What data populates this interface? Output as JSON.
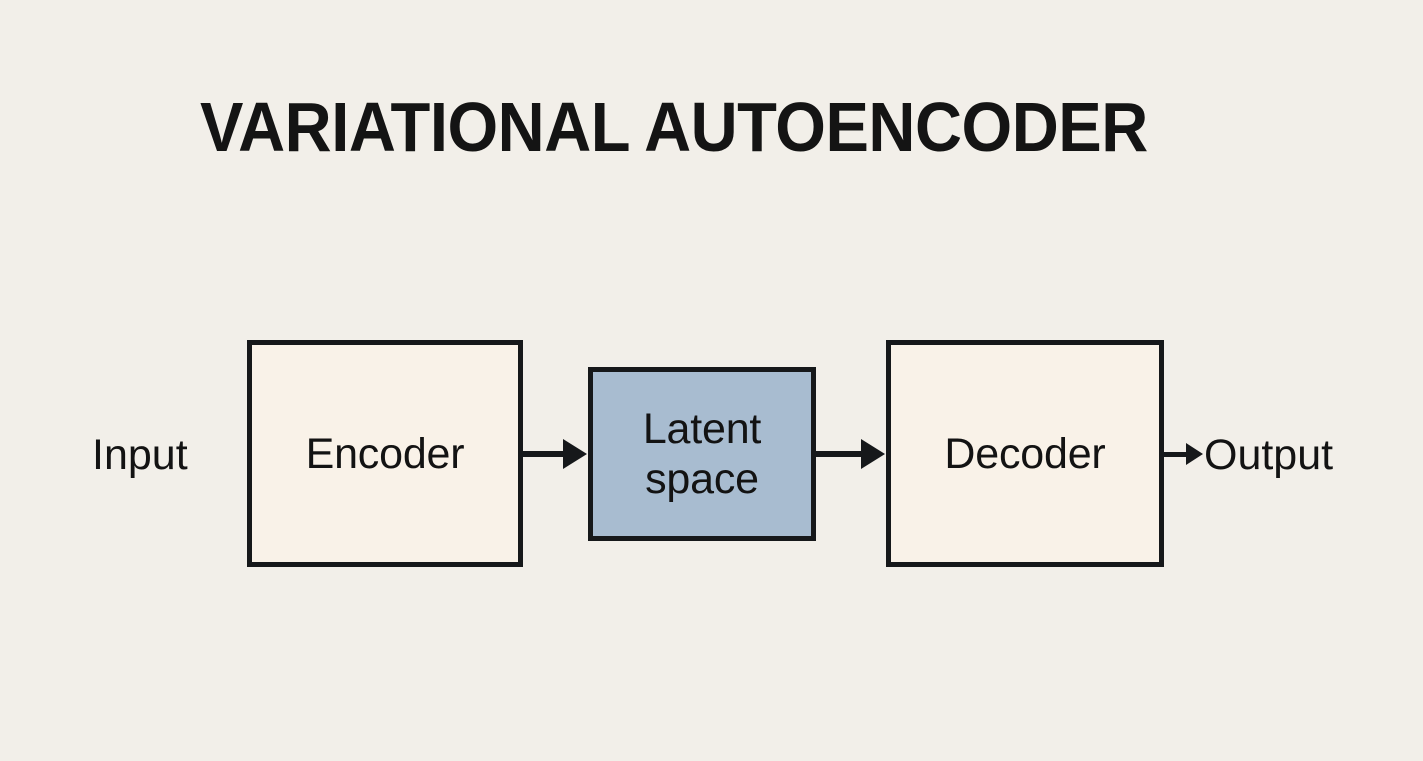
{
  "page": {
    "background_color": "#f2efe9",
    "title": "VARIATIONAL AUTOENCODER"
  },
  "diagram": {
    "type": "flow",
    "orientation": "left-to-right",
    "ink_color": "#16181a",
    "labels": {
      "input": "Input",
      "output": "Output"
    },
    "nodes": [
      {
        "id": "encoder",
        "label": "Encoder",
        "fill_color": "#f9f2e8",
        "border_color": "#16181a"
      },
      {
        "id": "latent",
        "label_line1": "Latent",
        "label_line2": "space",
        "fill_color": "#a8bcd0",
        "border_color": "#16181a"
      },
      {
        "id": "decoder",
        "label": "Decoder",
        "fill_color": "#f9f2e8",
        "border_color": "#16181a"
      }
    ],
    "arrows": [
      {
        "id": "encoder-to-latent",
        "from": "Encoder",
        "to": "Latent space"
      },
      {
        "id": "latent-to-decoder",
        "from": "Latent space",
        "to": "Decoder"
      },
      {
        "id": "decoder-to-output",
        "from": "Decoder",
        "to": "Output"
      }
    ]
  }
}
